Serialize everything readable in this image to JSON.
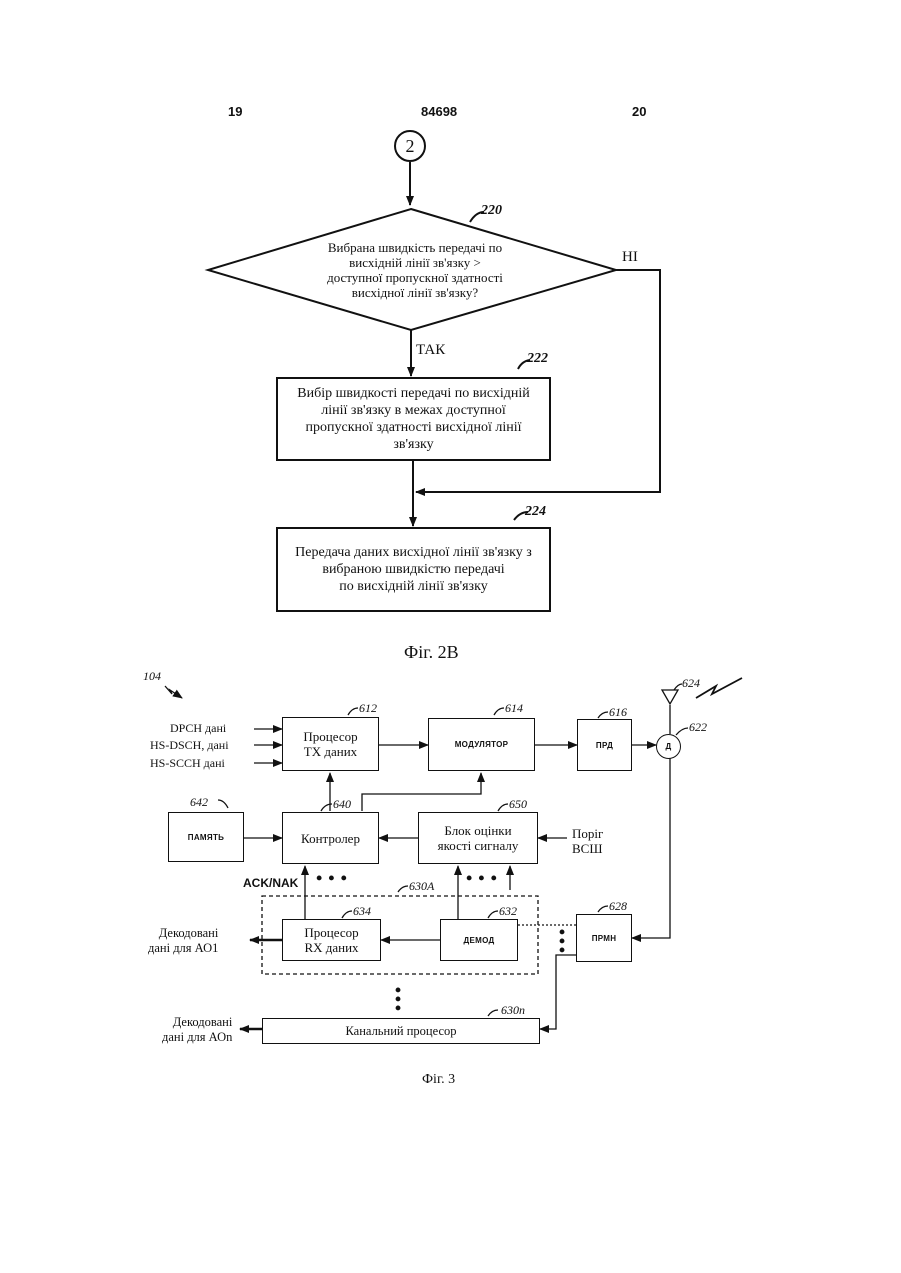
{
  "header": {
    "left_page": "19",
    "patent_number": "84698",
    "right_page": "20"
  },
  "fig2b": {
    "connector": "2",
    "decision": {
      "ref": "220",
      "lines": [
        "Вибрана швидкість передачі по",
        "висхідній лінії зв'язку >",
        "доступної пропускної здатності",
        "висхідної лінії зв'язку?"
      ],
      "no_label": "НІ",
      "yes_label": "ТАК"
    },
    "step_222": {
      "ref": "222",
      "lines": [
        "Вибір швидкості передачі по висхідній",
        "лінії зв'язку в межах доступної",
        "пропускної здатності висхідної лінії",
        "зв'язку"
      ]
    },
    "step_224": {
      "ref": "224",
      "lines": [
        "Передача даних висхідної лінії зв'язку з",
        "вибраною швидкістю передачі",
        "по висхідній лінії зв'язку"
      ]
    },
    "caption": "Фіг. 2В"
  },
  "fig3": {
    "ref_104": "104",
    "inputs": [
      "DPCH дані",
      "HS-DSCH, дані",
      "HS-SCCH дані"
    ],
    "tx_processor": {
      "ref": "612",
      "lines": [
        "Процесор",
        "TX даних"
      ]
    },
    "modulator": {
      "ref": "614",
      "label": "МОДУЛЯТОР"
    },
    "transmitter": {
      "ref": "616",
      "label": "ПРД"
    },
    "antenna_ref": "624",
    "duplexer": {
      "ref": "622",
      "label": "Д"
    },
    "memory": {
      "ref": "642",
      "label": "ПАМЯТЬ"
    },
    "controller": {
      "ref": "640",
      "label": "Контролер"
    },
    "quality": {
      "ref": "650",
      "lines": [
        "Блок оцінки",
        "якості сигналу"
      ]
    },
    "threshold": [
      "Поріг",
      "ВСШ"
    ],
    "ack_nak": "ACK/NAK",
    "processor_group_ref": "630A",
    "rx_processor": {
      "ref": "634",
      "lines": [
        "Процесор",
        "RX даних"
      ]
    },
    "demod": {
      "ref": "632",
      "label": "ДЕМОД"
    },
    "receiver": {
      "ref": "628",
      "label": "ПРМН"
    },
    "decoded_1": [
      "Декодовані",
      "дані для АО1"
    ],
    "channel_processor": {
      "ref": "630n",
      "label": "Канальний процесор"
    },
    "decoded_n": [
      "Декодовані",
      "дані для АОn"
    ],
    "caption": "Фіг. 3"
  }
}
